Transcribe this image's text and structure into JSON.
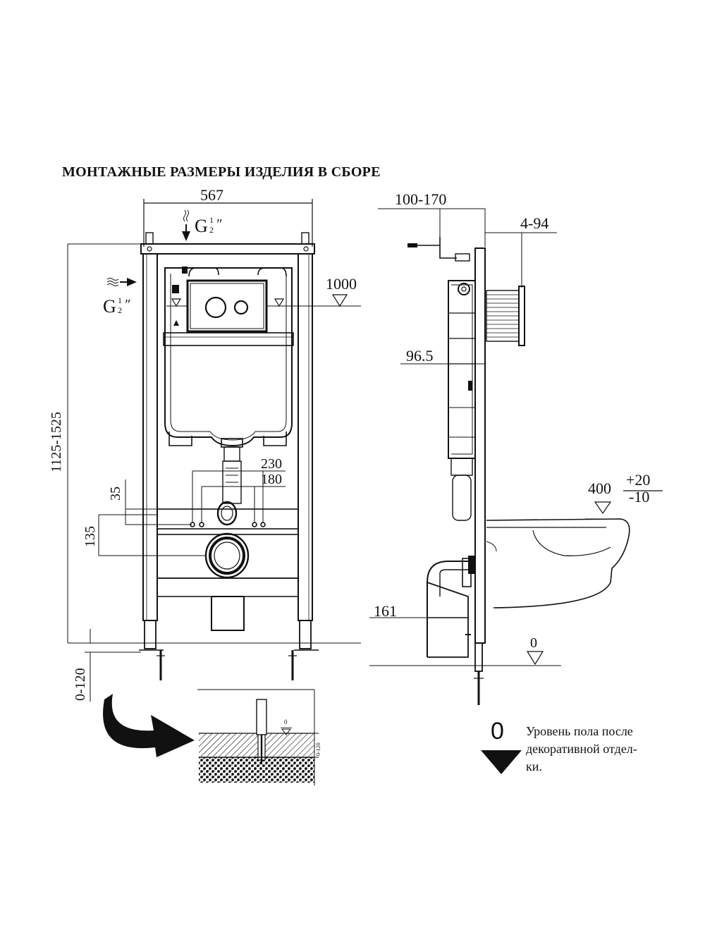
{
  "title": "МОНТАЖНЫЕ РАЗМЕРЫ ИЗДЕЛИЯ В СБОРЕ",
  "front_view": {
    "width_label": "567",
    "height_label": "1125-1525",
    "button_height_label": "1000",
    "spacing_230": "230",
    "spacing_180": "180",
    "offset_35": "35",
    "offset_135": "135",
    "floor_adjust_label": "0-120",
    "inlet_top": {
      "letter": "G",
      "num": "1",
      "den": "2",
      "mark": "″"
    },
    "inlet_side": {
      "letter": "G",
      "num": "1",
      "den": "2",
      "mark": "″"
    }
  },
  "side_view": {
    "depth_label": "100-170",
    "button_depth_label": "4-94",
    "cistern_depth_label": "96.5",
    "bowl_height_label": "400",
    "bowl_tol_plus": "+20",
    "bowl_tol_minus": "-10",
    "drain_height_label": "161",
    "floor_zero_label": "0"
  },
  "detail": {
    "zero_label": "0",
    "range_label": "0-120"
  },
  "legend": {
    "symbol_label": "0",
    "text_line1": "Уровень пола после",
    "text_line2": "декоративной отдел-",
    "text_line3": "ки."
  }
}
